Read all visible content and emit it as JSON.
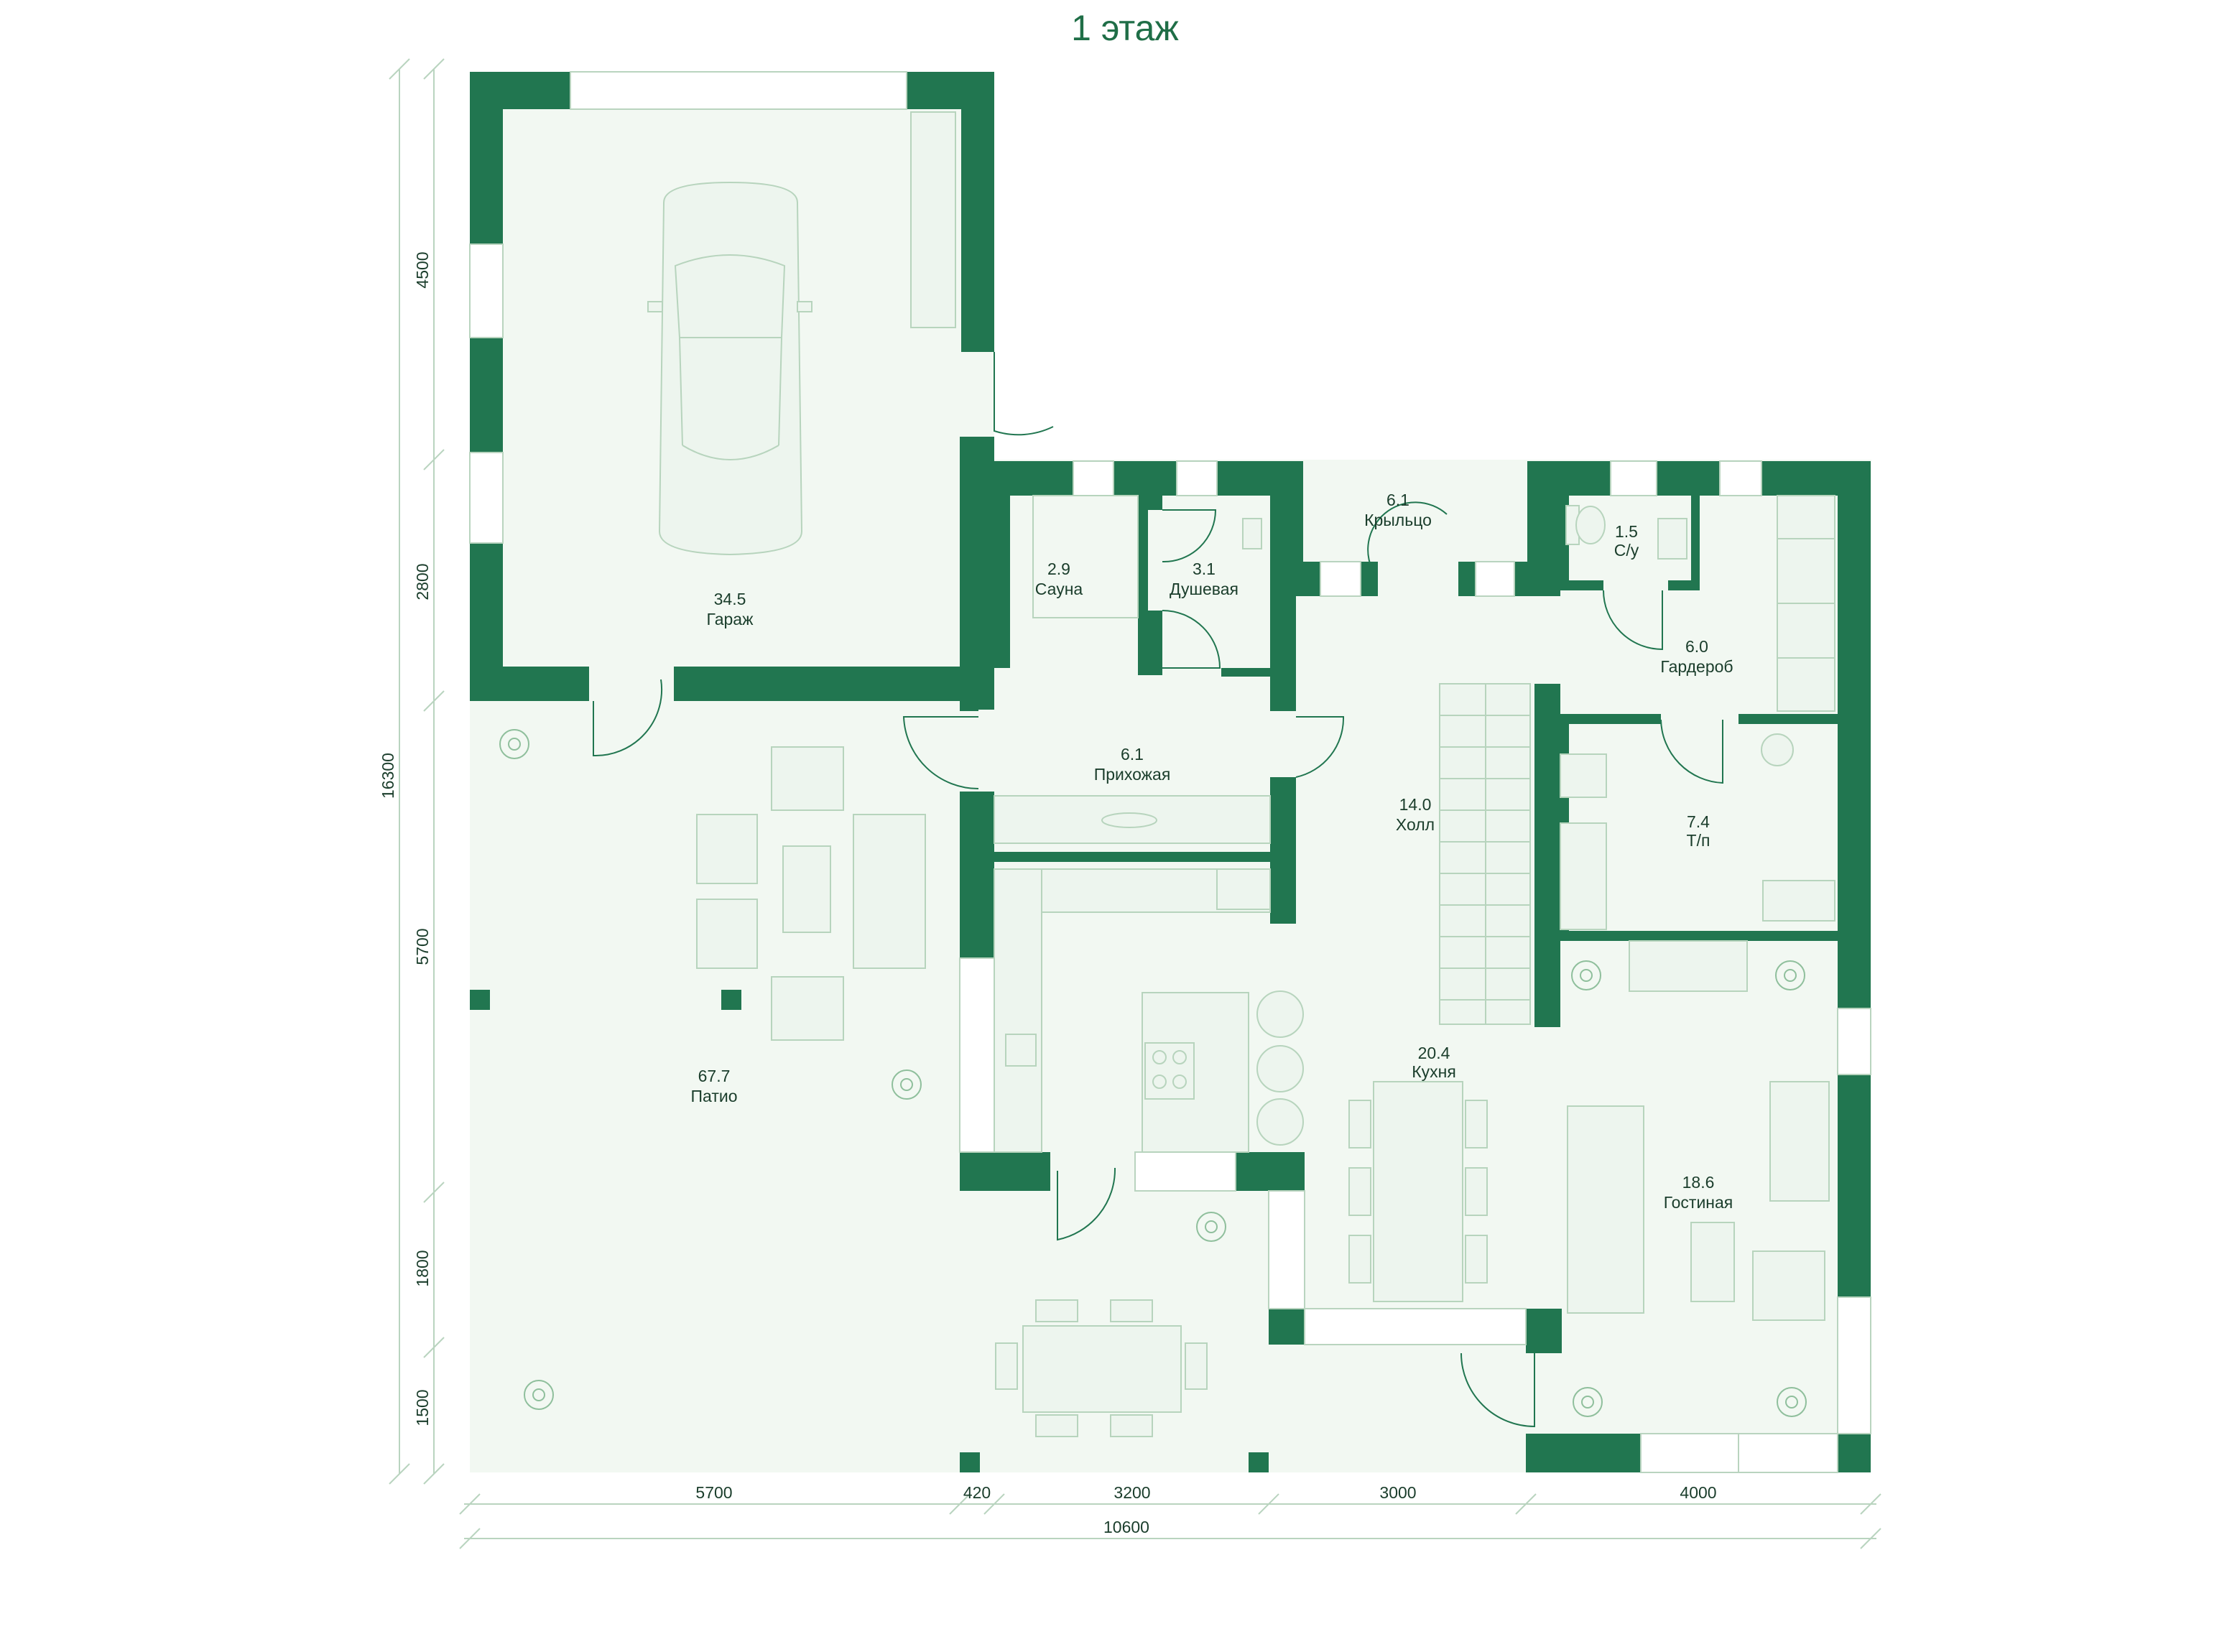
{
  "floor_title": "1 этаж",
  "colors": {
    "wall": "#217650",
    "floor": "#f2f8f2",
    "furniture_stroke": "#b7d4bd",
    "text": "#1a3d2b"
  },
  "rooms": [
    {
      "area": "34.5",
      "name": "Гараж"
    },
    {
      "area": "2.9",
      "name": "Сауна"
    },
    {
      "area": "3.1",
      "name": "Душевая"
    },
    {
      "area": "6.1",
      "name": "Крыльцо"
    },
    {
      "area": "1.5",
      "name": "С/у"
    },
    {
      "area": "6.0",
      "name": "Гардероб"
    },
    {
      "area": "6.1",
      "name": "Прихожая"
    },
    {
      "area": "14.0",
      "name": "Холл"
    },
    {
      "area": "7.4",
      "name": "Т/п"
    },
    {
      "area": "20.4",
      "name": "Кухня"
    },
    {
      "area": "18.6",
      "name": "Гостиная"
    },
    {
      "area": "67.7",
      "name": "Патио"
    }
  ],
  "dimensions": {
    "left": [
      "4500",
      "2800",
      "5700",
      "1800",
      "1500"
    ],
    "left_total": "16300",
    "bottom": [
      "5700",
      "420",
      "3200",
      "3000",
      "4000"
    ],
    "bottom_total": "10600"
  }
}
